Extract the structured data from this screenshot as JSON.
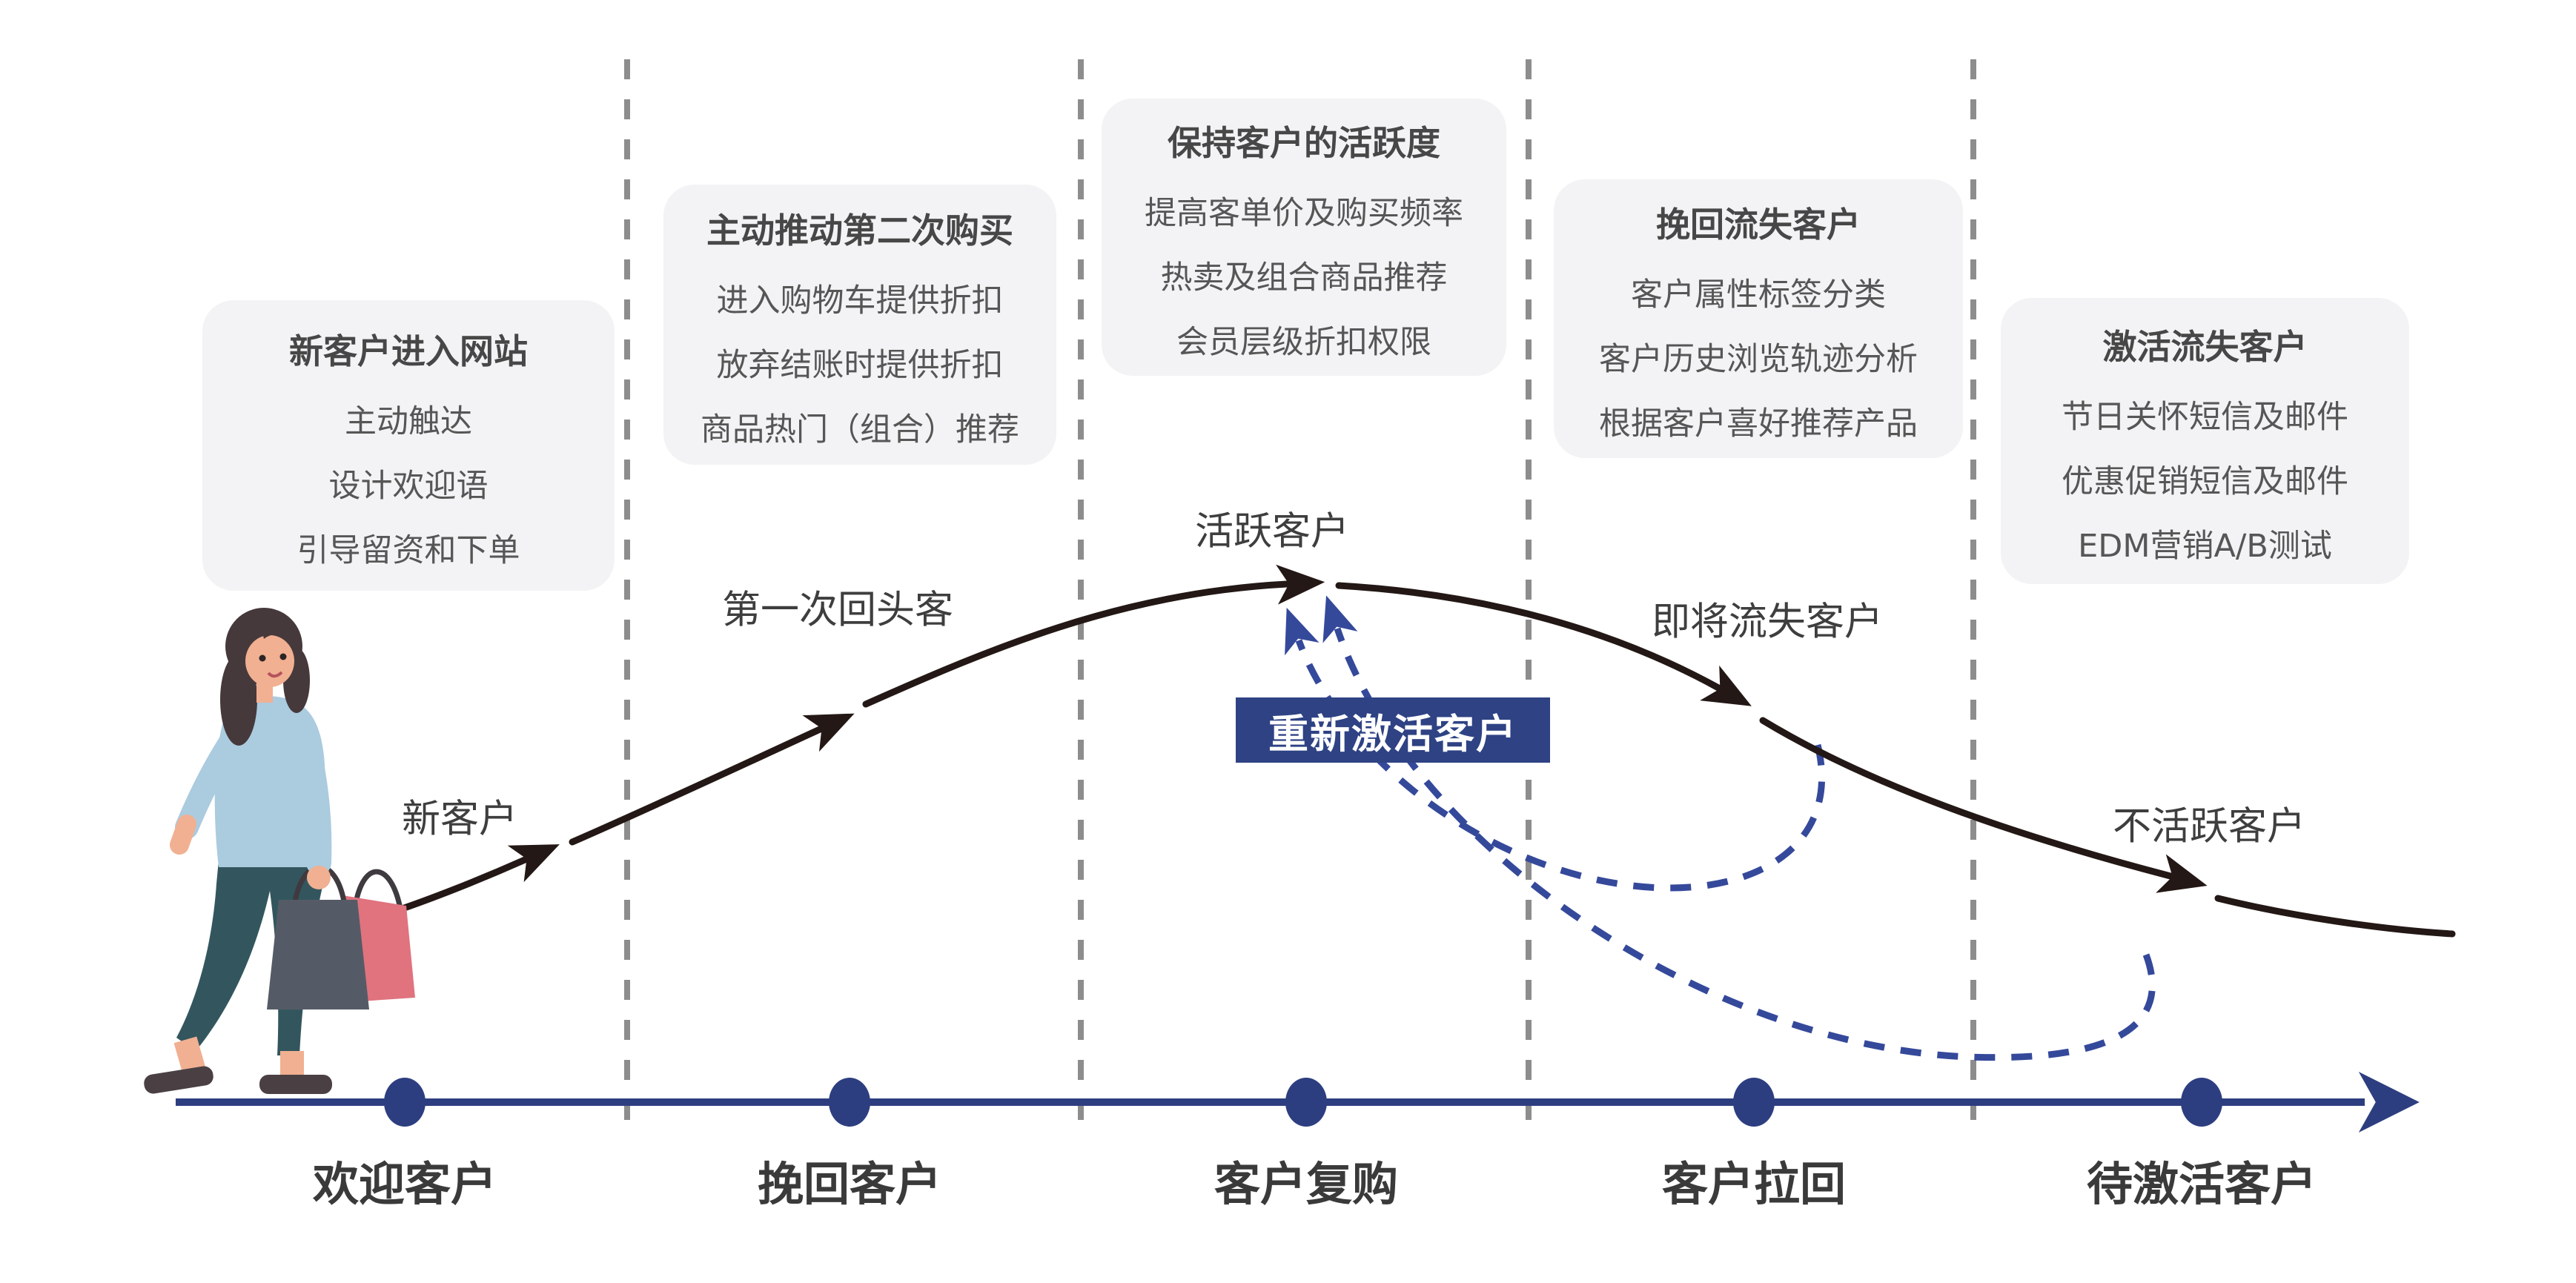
{
  "diagram_title_implicit": "",
  "stage_boxes": [
    {
      "title": "新客户进入网站",
      "lines": [
        "主动触达",
        "设计欢迎语",
        "引导留资和下单"
      ]
    },
    {
      "title": "主动推动第二次购买",
      "lines": [
        "进入购物车提供折扣",
        "放弃结账时提供折扣",
        "商品热门（组合）推荐"
      ]
    },
    {
      "title": "保持客户的活跃度",
      "lines": [
        "提高客单价及购买频率",
        "热卖及组合商品推荐",
        "会员层级折扣权限"
      ]
    },
    {
      "title": "挽回流失客户",
      "lines": [
        "客户属性标签分类",
        "客户历史浏览轨迹分析",
        "根据客户喜好推荐产品"
      ]
    },
    {
      "title": "激活流失客户",
      "lines": [
        "节日关怀短信及邮件",
        "优惠促销短信及邮件",
        "EDM营销A/B测试"
      ]
    }
  ],
  "curve_labels": [
    "新客户",
    "第一次回头客",
    "活跃客户",
    "即将流失客户",
    "不活跃客户"
  ],
  "reactivate_badge": "重新激活客户",
  "timeline_stages": [
    "欢迎客户",
    "挽回客户",
    "客户复购",
    "客户拉回",
    "待激活客户"
  ],
  "colors": {
    "timeline_navy": "#2d3e80",
    "badge_navy": "#2e4284",
    "loop_blue": "#35499b",
    "curve_black": "#231815",
    "box_background": "#f3f3f5",
    "dashed_divider_gray": "#8d8d8d",
    "text_dark_gray": "#474747"
  }
}
